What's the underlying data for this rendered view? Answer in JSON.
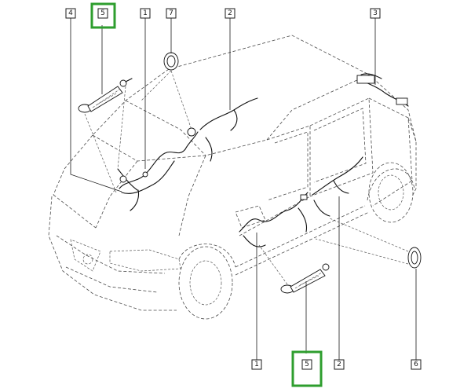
{
  "highlight_color": "#2e9e2e",
  "callouts": [
    {
      "label": "4",
      "highlighted": false
    },
    {
      "label": "5",
      "highlighted": true
    },
    {
      "label": "1",
      "highlighted": false
    },
    {
      "label": "7",
      "highlighted": false
    },
    {
      "label": "2",
      "highlighted": false
    },
    {
      "label": "3",
      "highlighted": false
    },
    {
      "label": "1",
      "highlighted": false
    },
    {
      "label": "5",
      "highlighted": true
    },
    {
      "label": "2",
      "highlighted": false
    },
    {
      "label": "6",
      "highlighted": false
    }
  ]
}
